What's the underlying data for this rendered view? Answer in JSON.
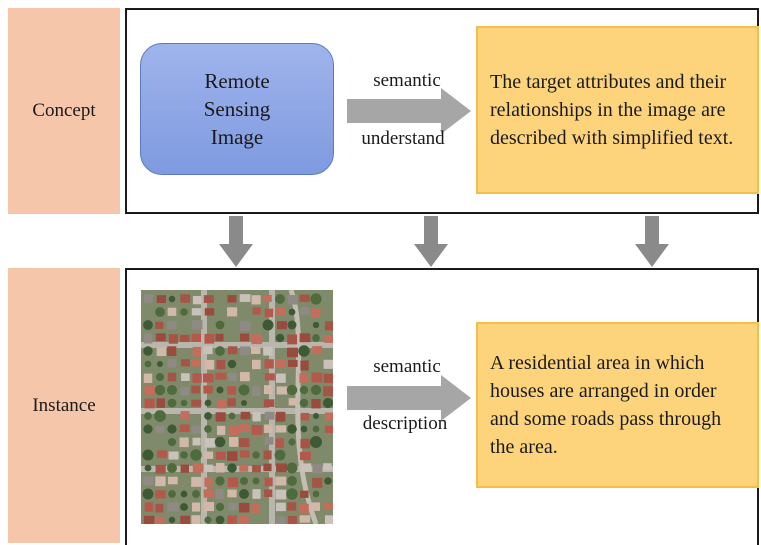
{
  "rows": {
    "concept": {
      "label": "Concept"
    },
    "instance": {
      "label": "Instance"
    }
  },
  "concept_panel": {
    "input_box": "Remote\nSensing\nImage",
    "arrow_label_top": "semantic",
    "arrow_label_bottom": "understand",
    "output_box": "The target attributes and their relationships in the image are described with simplified text."
  },
  "instance_panel": {
    "arrow_label_top": "semantic",
    "arrow_label_bottom": "description",
    "output_box": "A residential area in which houses are arranged in order and some roads pass through the area."
  },
  "colors": {
    "side_label_bg": "#f6c6ab",
    "input_box": "#8ca5e6",
    "output_box": "#fdd47c",
    "arrow": "#a6a6a6"
  }
}
